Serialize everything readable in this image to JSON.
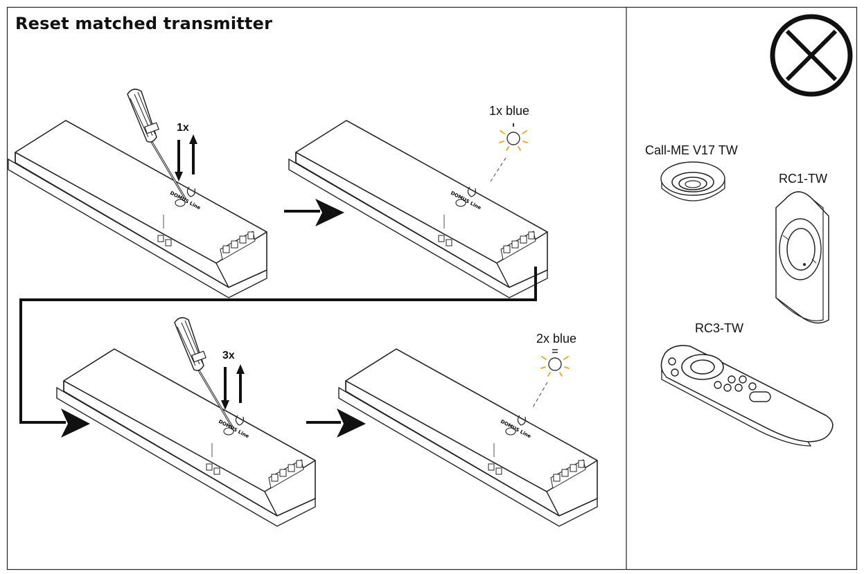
{
  "title": "Reset matched transmitter",
  "steps": [
    {
      "press_count": "1x",
      "result": "1x blue",
      "led_color": "#f2a51c"
    },
    {
      "press_count": "3x",
      "result": "2x blue",
      "led_color": "#f2a51c"
    }
  ],
  "device_logo": "DOMUS Line",
  "not_compatible_icon": "circle-x-icon",
  "remotes": [
    {
      "name": "Call-ME V17 TW"
    },
    {
      "name": "RC1-TW"
    },
    {
      "name": "RC3-TW"
    }
  ]
}
